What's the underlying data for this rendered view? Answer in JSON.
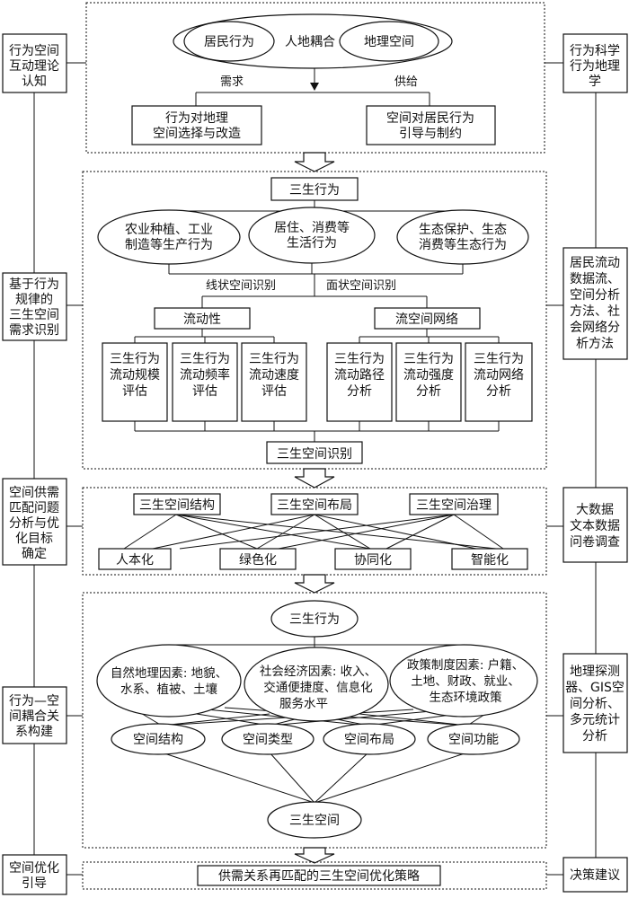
{
  "left_steps": [
    {
      "text": [
        "行为空间",
        "互动理论",
        "认知"
      ]
    },
    {
      "text": [
        "基于行为",
        "规律的",
        "三生空间",
        "需求识别"
      ]
    },
    {
      "text": [
        "空间供需",
        "匹配问题",
        "分析与优",
        "化目标",
        "确定"
      ]
    },
    {
      "text": [
        "行为—空",
        "间耦合关",
        "系构建"
      ]
    },
    {
      "text": [
        "空间优化",
        "引导"
      ]
    }
  ],
  "right_methods": [
    {
      "text": [
        "行为科学",
        "行为地理",
        "学"
      ]
    },
    {
      "text": [
        "居民流动",
        "数据流、",
        "空间分析",
        "方法、社",
        "会网络分",
        "析方法"
      ]
    },
    {
      "text": [
        "大数据",
        "文本数据",
        "问卷调查"
      ]
    },
    {
      "text": [
        "地理探测",
        "器、GIS空",
        "间分析、",
        "多元统计",
        "分析"
      ]
    },
    {
      "text": [
        "决策建议"
      ]
    }
  ],
  "section1": {
    "resident": "居民行为",
    "coupling": "人地耦合",
    "geo": "地理空间",
    "demand": "需求",
    "supply": "供给",
    "left_box": [
      "行为对地理",
      "空间选择与改造"
    ],
    "right_box": [
      "空间对居民行为",
      "引导与制约"
    ]
  },
  "section2": {
    "top": "三生行为",
    "ellipses": [
      [
        "农业种植、工业",
        "制造等生产行为"
      ],
      [
        "居住、消费等",
        "生活行为"
      ],
      [
        "生态保护、生态",
        "消费等生态行为"
      ]
    ],
    "linear_label": "线状空间识别",
    "area_label": "面状空间识别",
    "fluidity": "流动性",
    "network": "流空间网络",
    "boxes": [
      [
        "三生行为",
        "流动规模",
        "评估"
      ],
      [
        "三生行为",
        "流动频率",
        "评估"
      ],
      [
        "三生行为",
        "流动速度",
        "评估"
      ],
      [
        "三生行为",
        "流动路径",
        "分析"
      ],
      [
        "三生行为",
        "流动强度",
        "分析"
      ],
      [
        "三生行为",
        "流动网络",
        "分析"
      ]
    ],
    "bottom": "三生空间识别"
  },
  "section3": {
    "top": [
      "三生空间结构",
      "三生空间布局",
      "三生空间治理"
    ],
    "bottom": [
      "人本化",
      "绿色化",
      "协同化",
      "智能化"
    ]
  },
  "section4": {
    "top": "三生行为",
    "factors": [
      [
        "自然地理因素: 地貌、",
        "水系、植被、土壤"
      ],
      [
        "社会经济因素: 收入、",
        "交通便捷度、信息化",
        "服务水平"
      ],
      [
        "政策制度因素: 户籍、",
        "土地、财政、就业、",
        "生态环境政策"
      ]
    ],
    "spaces": [
      "空间结构",
      "空间类型",
      "空间布局",
      "空间功能"
    ],
    "bottom": "三生空间"
  },
  "section5": {
    "strategy": "供需关系再匹配的三生空间优化策略"
  }
}
